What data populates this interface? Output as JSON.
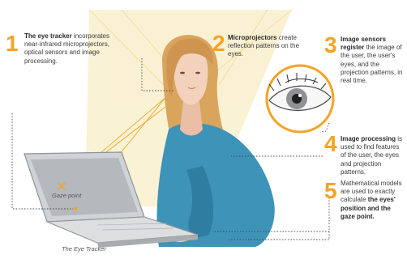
{
  "steps": [
    {
      "number": "1",
      "bold": "The eye tracker",
      "text": " incorporates near-infrared microprojectors, optical sensors and image processing."
    },
    {
      "number": "2",
      "bold": "Microprojectors",
      "text": " create reflection patterns on the eyes."
    },
    {
      "number": "3",
      "bold": "Image sensors register",
      "text": " the image of the user, the user's eyes, and the projection patterns, in real time."
    },
    {
      "number": "4",
      "bold": "Image processing",
      "text": " is used to find features of the user, the eyes and projection patterns."
    },
    {
      "number": "5",
      "pre": "Mathematical models are used to exactly calculate ",
      "bold": "the eyes' position and the gaze point.",
      "text": ""
    }
  ],
  "labels": {
    "gaze_point": "Gaze point",
    "eye_tracker": "The Eye Tracker"
  },
  "colors": {
    "accent": "#f4a324",
    "beam": "#f6e7b3",
    "shirt": "#3d93b8",
    "hair": "#d9a45c",
    "skin": "#f3d2bd",
    "laptop": "#cfd2d6",
    "screen": "#b5b8bc"
  }
}
